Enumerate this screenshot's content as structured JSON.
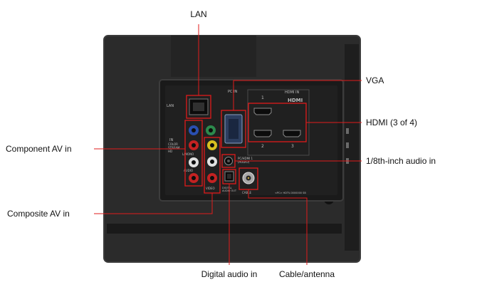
{
  "colors": {
    "accent": "#e01b1b",
    "chassis": "#2e2e2e",
    "panel": "#1b1b1b",
    "text": "#111111"
  },
  "callouts": {
    "lan": "LAN",
    "vga": "VGA",
    "hdmi": "HDMI (3 of 4)",
    "component": "Component AV in",
    "eighth": "1/8th-inch audio in",
    "composite": "Composite AV in",
    "digital": "Digital audio in",
    "cable": "Cable/antenna"
  },
  "panel": {
    "lan": "LAN",
    "pc_in": "PC IN",
    "hdmi_in": "HDMI IN",
    "hdmi_logo": "HDMI",
    "hdmi_1": "1",
    "hdmi_2": "2",
    "hdmi_3": "3",
    "in": "IN",
    "color_stream": "COLOR\nSTREAM\nHD",
    "lr_mono": "L/MONO",
    "audio": "AUDIO",
    "video": "VIDEO",
    "pc_hdmi_audio": "PC/HDMI 1\n(AUDIO)",
    "digital_audio_out": "DIGITAL\nAUDIO OUT",
    "cable": "CABLE",
    "footnote": "<PC> HDTV-0000000 SB"
  },
  "icons": [
    "rj45-port-icon",
    "vga-port-icon",
    "hdmi-port-icon",
    "rca-jack-icon",
    "optical-port-icon",
    "coax-port-icon",
    "audio-jack-icon"
  ]
}
